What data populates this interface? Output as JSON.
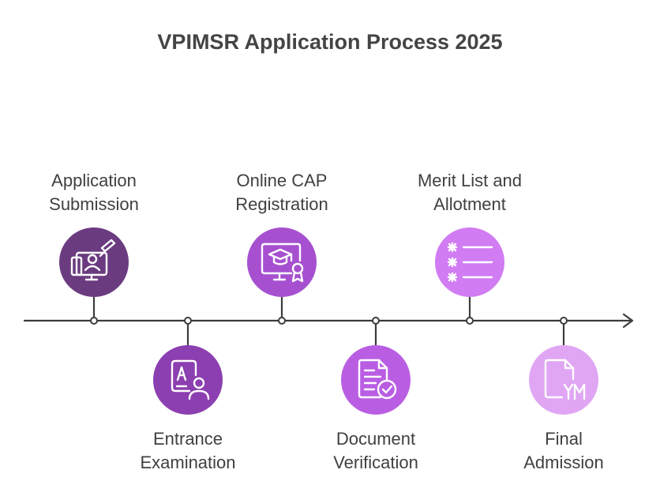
{
  "title": "VPIMSR Application Process 2025",
  "steps": [
    {
      "line1": "Application",
      "line2": "Submission",
      "icon": "online-application-icon",
      "color": "#6b3b80",
      "position": "above"
    },
    {
      "line1": "Entrance",
      "line2": "Examination",
      "icon": "exam-candidate-icon",
      "color": "#8b3fb0",
      "position": "below"
    },
    {
      "line1": "Online CAP",
      "line2": "Registration",
      "icon": "graduation-certificate-icon",
      "color": "#a650d0",
      "position": "above"
    },
    {
      "line1": "Document",
      "line2": "Verification",
      "icon": "document-check-icon",
      "color": "#b95ee3",
      "position": "below"
    },
    {
      "line1": "Merit List and",
      "line2": "Allotment",
      "icon": "ranked-list-icon",
      "color": "#d17cf2",
      "position": "above"
    },
    {
      "line1": "Final",
      "line2": "Admission",
      "icon": "admission-document-icon",
      "color": "#e0a6f4",
      "position": "below"
    }
  ],
  "colors": {
    "line": "#3c3c3c",
    "icon_stroke": "#ffffff"
  }
}
